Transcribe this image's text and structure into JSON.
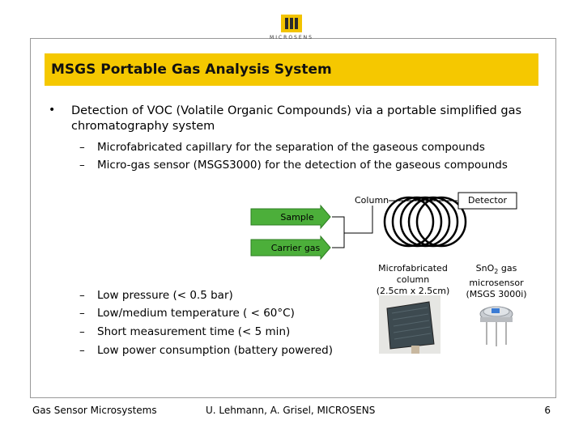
{
  "logo": {
    "text": "MICROSENS",
    "color": "#f2c300"
  },
  "title": "MSGS Portable Gas Analysis System",
  "bullet_main": "Detection of VOC (Volatile Organic Compounds) via a portable simplified gas chromatography system",
  "dash": "–",
  "bullet_symbol": "•",
  "sub_items_top": [
    "Microfabricated capillary for the separation of the gaseous compounds",
    "Micro-gas sensor (MSGS3000) for the detection of the gaseous compounds"
  ],
  "diagram": {
    "sample_label": "Sample",
    "carrier_label": "Carrier gas",
    "column_label": "Column",
    "detector_label": "Detector",
    "arrow_color": "#4caf3a"
  },
  "captions": {
    "column": [
      "Microfabricated",
      "column",
      "(2.5cm x 2.5cm)"
    ],
    "sensor_line1": "SnO",
    "sensor_sub": "2",
    "sensor_line1_rest": " gas",
    "sensor_line2": "microsensor",
    "sensor_line3": "(MSGS 3000i)"
  },
  "sub_items_bottom": [
    "Low pressure (< 0.5 bar)",
    "Low/medium  temperature ( < 60°C)",
    "Short measurement time (< 5 min)",
    "Low power consumption (battery powered)"
  ],
  "footer": {
    "left": "Gas Sensor Microsystems",
    "center": "U. Lehmann, A. Grisel, MICROSENS",
    "page": "6"
  }
}
